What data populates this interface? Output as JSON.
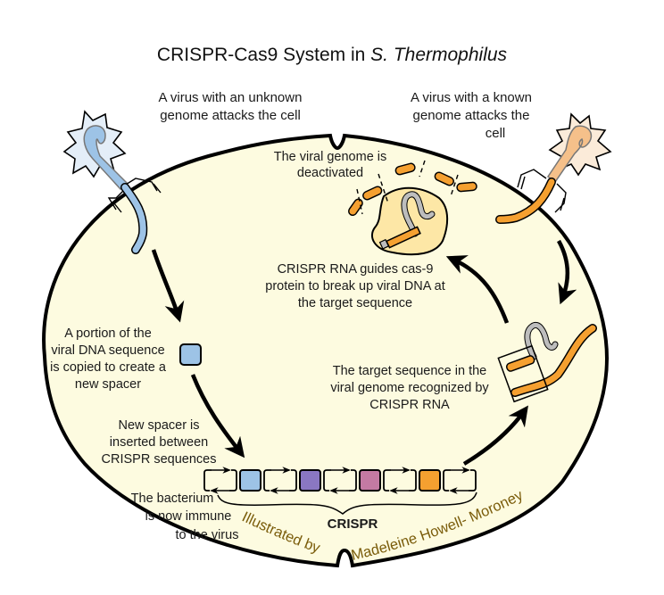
{
  "title": {
    "main": "CRISPR-Cas9 System in ",
    "italic": "S. Thermophilus"
  },
  "labels": {
    "unknown_virus": [
      "A virus with an unknown",
      "genome attacks the cell"
    ],
    "known_virus": [
      "A virus with a known",
      "genome attacks the",
      "cell"
    ],
    "deactivated": [
      "The viral genome is",
      "deactivated"
    ],
    "guides": [
      "CRISPR RNA guides cas-9",
      "protein to break up viral DNA at",
      "the target sequence"
    ],
    "portion": [
      "A portion of the",
      "viral DNA sequence",
      "is copied to create a",
      "new spacer"
    ],
    "inserted": [
      "New spacer is",
      "inserted between",
      "CRISPR sequences"
    ],
    "target": [
      "The target sequence in the",
      "viral genome recognized by",
      "CRISPR RNA"
    ],
    "immune": [
      "The bacterium",
      "is now immune",
      "to the virus"
    ],
    "crispr": "CRISPR"
  },
  "credit": {
    "left": "Illustrated by",
    "right": "Madeleine  Howell- Moroney"
  },
  "crispr_array": {
    "spacers": [
      {
        "name": "new-spacer",
        "color": "#9dc3e6"
      },
      {
        "name": "spacer-2",
        "color": "#8a77c2"
      },
      {
        "name": "spacer-3",
        "color": "#c47aa3"
      },
      {
        "name": "spacer-4",
        "color": "#f5a030"
      }
    ]
  },
  "colors": {
    "cell_fill": "#fdfbe0",
    "cell_stroke": "#000000",
    "unknown_virus_dna": "#9dc3e6",
    "unknown_virus_head": "#e4eef8",
    "known_virus_dna": "#f5a030",
    "known_virus_head": "#fbebd9",
    "cas9_fill": "#fde7a6",
    "rna_gray": "#bdbdbd",
    "credit_text": "#7a5c0a"
  }
}
